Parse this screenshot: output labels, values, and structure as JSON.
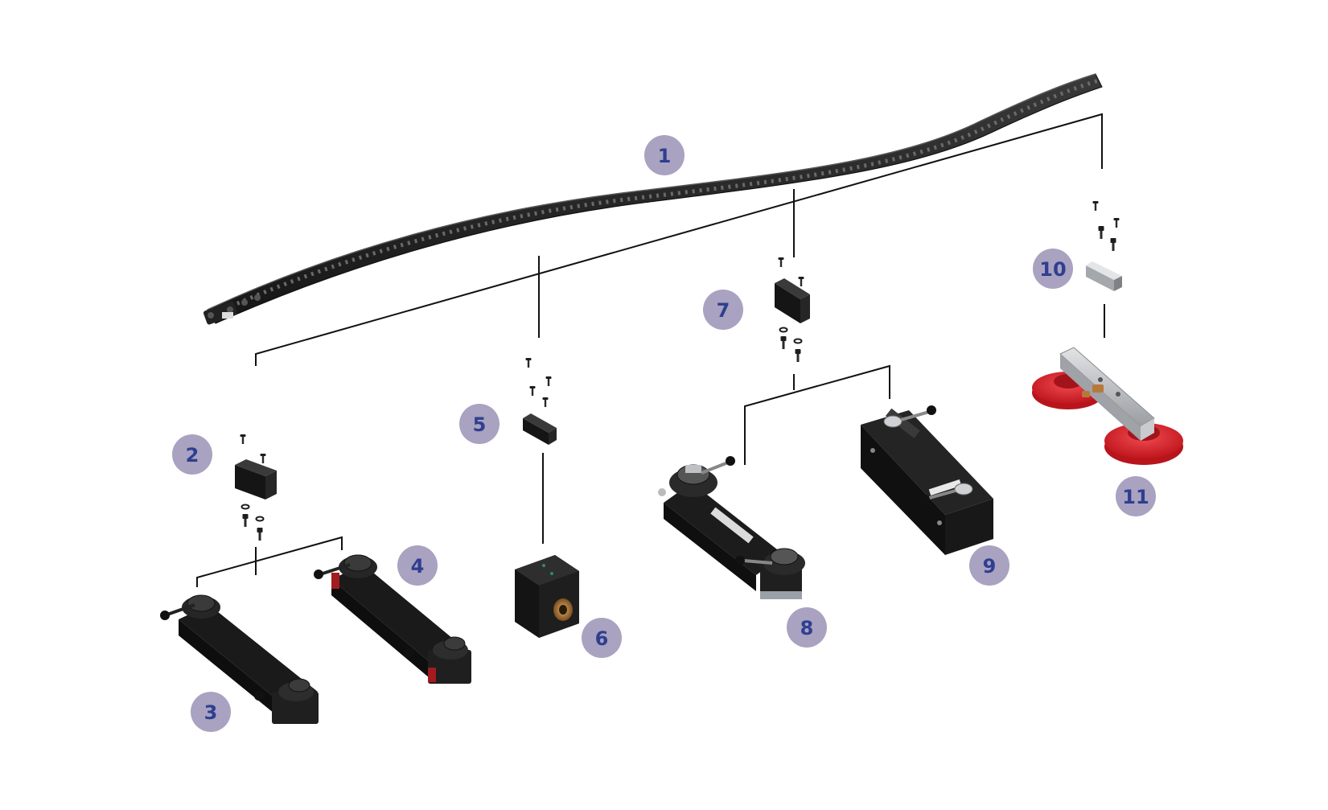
{
  "colors": {
    "background": "#ffffff",
    "badge_fill": "#a9a2c0",
    "badge_text": "#2f3f8f",
    "part_dark": "#1b1b1b",
    "part_mid": "#2e2e2e",
    "part_light": "#444444",
    "aluminium": "#c4c6c9",
    "suction_red": "#d8222a",
    "leader_line": "#111111"
  },
  "callouts": [
    {
      "id": "1",
      "label": "1",
      "part": "flexible-track-rail"
    },
    {
      "id": "2",
      "label": "2",
      "part": "track-adapter-block"
    },
    {
      "id": "3",
      "label": "3",
      "part": "rail-carriage-crossbar"
    },
    {
      "id": "4",
      "label": "4",
      "part": "rail-carriage-crossbar-red-stop"
    },
    {
      "id": "5",
      "label": "5",
      "part": "mounting-block"
    },
    {
      "id": "6",
      "label": "6",
      "part": "bearing-housing-block"
    },
    {
      "id": "7",
      "label": "7",
      "part": "adapter-block"
    },
    {
      "id": "8",
      "label": "8",
      "part": "clamp-carriage"
    },
    {
      "id": "9",
      "label": "9",
      "part": "slide-carriage"
    },
    {
      "id": "10",
      "label": "10",
      "part": "aluminium-connector"
    },
    {
      "id": "11",
      "label": "11",
      "part": "vacuum-suction-cup-pair"
    }
  ]
}
